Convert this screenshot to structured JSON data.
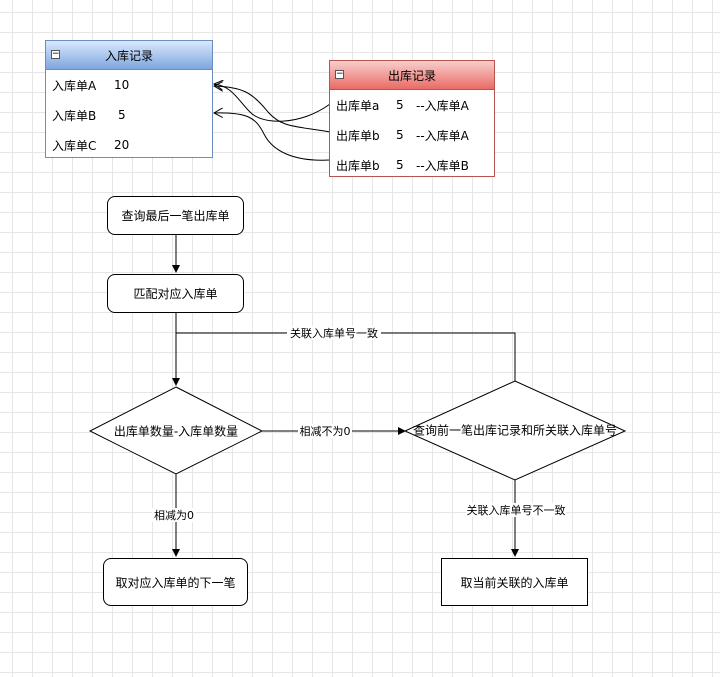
{
  "in_table": {
    "title": "入库记录",
    "rows": [
      {
        "name": "入库单A",
        "qty": "10"
      },
      {
        "name": "入库单B",
        "qty": "5"
      },
      {
        "name": "入库单C",
        "qty": "20"
      }
    ]
  },
  "out_table": {
    "title": "出库记录",
    "rows": [
      {
        "name": "出库单a",
        "qty": "5",
        "ref": "--入库单A"
      },
      {
        "name": "出库单b",
        "qty": "5",
        "ref": "--入库单A"
      },
      {
        "name": "出库单b",
        "qty": "5",
        "ref": "--入库单B"
      }
    ]
  },
  "flow": {
    "query_last": "查询最后一笔出库单",
    "match_in": "匹配对应入库单",
    "compare": "出库单数量-入库单数量",
    "query_prev": "查询前一笔出库记录和所关联入库单号",
    "take_next": "取对应入库单的下一笔",
    "take_current": "取当前关联的入库单"
  },
  "edges": {
    "same_ref": "关联入库单号一致",
    "diff_nonzero": "相减不为0",
    "diff_zero": "相减为0",
    "diff_ref": "关联入库单号不一致"
  }
}
